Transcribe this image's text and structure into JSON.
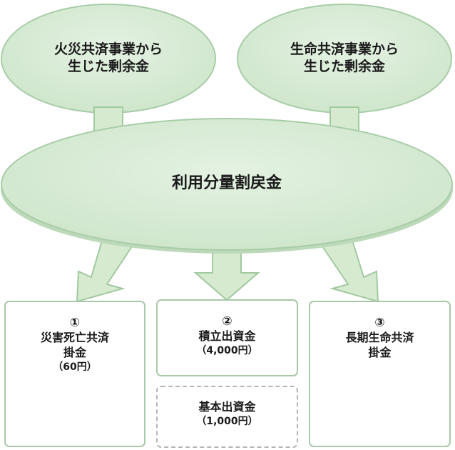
{
  "top_left": {
    "line1": "火災共済事業から",
    "line2": "生じた剰余金"
  },
  "top_right": {
    "line1": "生命共済事業から",
    "line2": "生じた剰余金"
  },
  "center": {
    "label": "利用分量割戻金"
  },
  "boxes": [
    {
      "num": "①",
      "line1": "災害死亡共済",
      "line2": "掛金",
      "amount": "（60円）"
    },
    {
      "num": "②",
      "line1": "積立出資金",
      "amount": "（4,000円）"
    },
    {
      "num": "③",
      "line1": "長期生命共済",
      "line2": "掛金"
    }
  ],
  "dashed_box": {
    "line1": "基本出資金",
    "amount": "（1,000円）"
  },
  "colors": {
    "oval_fill": "#d7ebd5",
    "oval_stroke": "#a9cda8",
    "arrow_fill": "#d5eacf",
    "arrow_stroke": "#a3c9a1",
    "box_border": "#a9c9a9",
    "dashed_border": "#b5b5b5"
  }
}
